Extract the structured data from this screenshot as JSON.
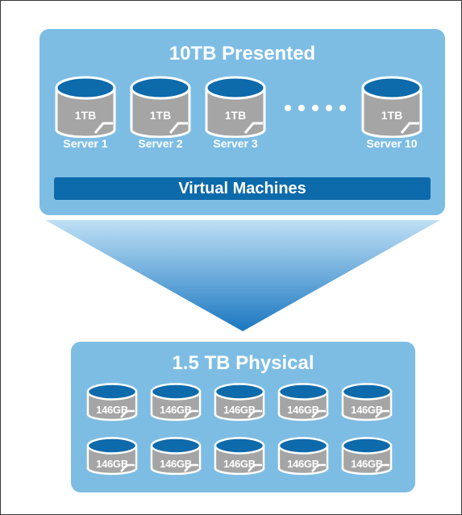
{
  "virtual": {
    "title": "10TB Presented",
    "disks": [
      {
        "capacity": "1TB",
        "server": "Server 1"
      },
      {
        "capacity": "1TB",
        "server": "Server 2"
      },
      {
        "capacity": "1TB",
        "server": "Server 3"
      },
      {
        "capacity": "1TB",
        "server": "Server 10"
      }
    ],
    "vm_label": "Virtual Machines"
  },
  "physical": {
    "title": "1.5 TB Physical",
    "disks": [
      "146GB",
      "146GB",
      "146GB",
      "146GB",
      "146GB",
      "146GB",
      "146GB",
      "146GB",
      "146GB",
      "146GB"
    ]
  },
  "colors": {
    "panel": "#7dbde4",
    "disk_top": "#0d6aab",
    "disk_body": "#a5a5a5",
    "funnel_top": "#bfe0f5",
    "funnel_bottom": "#1a77c0"
  }
}
